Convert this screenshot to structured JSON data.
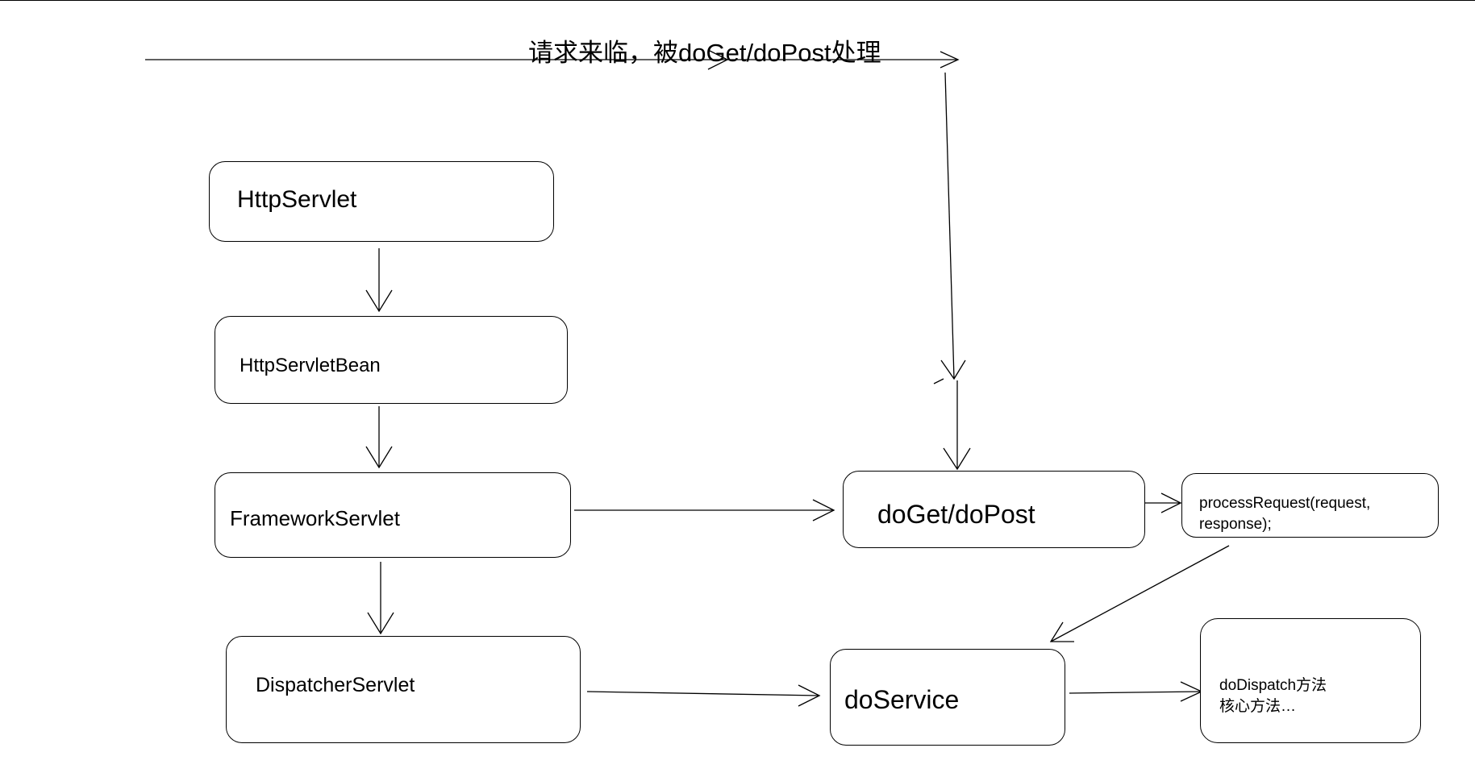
{
  "caption": "请求来临，被doGet/doPost处理",
  "nodes": {
    "http_servlet": "HttpServlet",
    "http_servlet_bean": "HttpServletBean",
    "framework_servlet": "FrameworkServlet",
    "dispatcher_servlet": "DispatcherServlet",
    "do_get_do_post": "doGet/doPost",
    "process_request_line1": "processRequest(request,",
    "process_request_line2": "response);",
    "do_service": "doService",
    "do_dispatch_line1": "doDispatch方法",
    "do_dispatch_line2": "核心方法…"
  }
}
